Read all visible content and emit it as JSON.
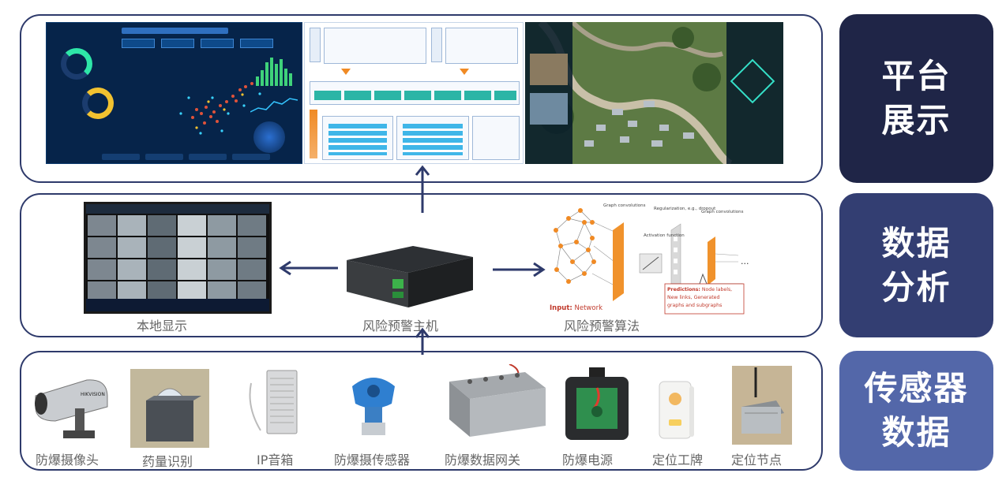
{
  "layers": {
    "platform_label_line1": "平台",
    "platform_label_line2": "展示",
    "analysis_label_line1": "数据",
    "analysis_label_line2": "分析",
    "sensor_label_line1": "传感器",
    "sensor_label_line2": "数据"
  },
  "analysis": {
    "local_display": "本地显示",
    "risk_host": "风险预警主机",
    "risk_algorithm": "风险预警算法"
  },
  "algorithm_figure": {
    "graph_convolutions_1": "Graph convolutions",
    "regularization": "Regularization, e.g., dropout",
    "activation": "Activation function",
    "graph_convolutions_2": "Graph convolutions",
    "input_label": "Input:",
    "input_value": "Network",
    "predictions_label": "Predictions:",
    "predictions_line1": "Node labels,",
    "predictions_line2": "New links, Generated",
    "predictions_line3": "graphs and subgraphs",
    "ellipsis": "..."
  },
  "sensors": [
    {
      "label": "防爆摄像头"
    },
    {
      "label": "药量识别"
    },
    {
      "label": "IP音箱"
    },
    {
      "label": "防爆摄传感器"
    },
    {
      "label": "防爆数据网关"
    },
    {
      "label": "防爆电源"
    },
    {
      "label": "定位工牌"
    },
    {
      "label": "定位节点"
    }
  ],
  "colors": {
    "border": "#2e3a6b",
    "side_dark": "#1f2547",
    "side_mid": "#333e72",
    "side_light": "#5367a9",
    "arrow": "#2e3a6b",
    "orange": "#f08a24",
    "teal": "#2bb5a6"
  }
}
